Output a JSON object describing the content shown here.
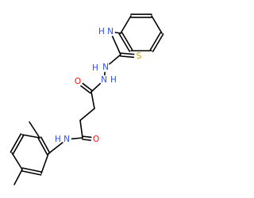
{
  "molecule": {
    "atoms": [
      {
        "id": "c1",
        "element": "C",
        "label": ""
      },
      {
        "id": "c2",
        "element": "C",
        "label": ""
      },
      {
        "id": "c3",
        "element": "C",
        "label": ""
      },
      {
        "id": "c4",
        "element": "C",
        "label": ""
      },
      {
        "id": "c5",
        "element": "C",
        "label": ""
      },
      {
        "id": "c6",
        "element": "C",
        "label": ""
      },
      {
        "id": "n_anilino",
        "element": "N",
        "label": "N",
        "h_label": "H"
      },
      {
        "id": "c_thio",
        "element": "C",
        "label": ""
      },
      {
        "id": "s_thio",
        "element": "S",
        "label": "S"
      },
      {
        "id": "n_hydrazide_2",
        "element": "N",
        "label": "N",
        "h_label": "H"
      },
      {
        "id": "n_hydrazide_1",
        "element": "N",
        "label": "N",
        "h_label": "H"
      },
      {
        "id": "c_carbonyl_1",
        "element": "C",
        "label": ""
      },
      {
        "id": "o_carbonyl_1",
        "element": "O",
        "label": "O"
      },
      {
        "id": "c_ch2_a",
        "element": "C",
        "label": ""
      },
      {
        "id": "c_ch2_b",
        "element": "C",
        "label": ""
      },
      {
        "id": "c_carbonyl_2",
        "element": "C",
        "label": ""
      },
      {
        "id": "o_carbonyl_2",
        "element": "O",
        "label": "O"
      },
      {
        "id": "n_amide",
        "element": "N",
        "label": "N",
        "h_label": "H"
      },
      {
        "id": "d1",
        "element": "C",
        "label": ""
      },
      {
        "id": "d2",
        "element": "C",
        "label": ""
      },
      {
        "id": "d3",
        "element": "C",
        "label": ""
      },
      {
        "id": "d4",
        "element": "C",
        "label": ""
      },
      {
        "id": "d5",
        "element": "C",
        "label": ""
      },
      {
        "id": "d6",
        "element": "C",
        "label": ""
      },
      {
        "id": "me_ortho",
        "element": "C",
        "label": ""
      },
      {
        "id": "me_meta",
        "element": "C",
        "label": ""
      }
    ],
    "bonds": [
      {
        "a": "c1",
        "b": "c2",
        "order": 2
      },
      {
        "a": "c2",
        "b": "c3",
        "order": 1
      },
      {
        "a": "c3",
        "b": "c4",
        "order": 2
      },
      {
        "a": "c4",
        "b": "c5",
        "order": 1
      },
      {
        "a": "c5",
        "b": "c6",
        "order": 2
      },
      {
        "a": "c6",
        "b": "c1",
        "order": 1
      },
      {
        "a": "c6",
        "b": "n_anilino",
        "order": 1
      },
      {
        "a": "n_anilino",
        "b": "c_thio",
        "order": 1
      },
      {
        "a": "c_thio",
        "b": "s_thio",
        "order": 2
      },
      {
        "a": "c_thio",
        "b": "n_hydrazide_2",
        "order": 1
      },
      {
        "a": "n_hydrazide_2",
        "b": "n_hydrazide_1",
        "order": 1
      },
      {
        "a": "n_hydrazide_1",
        "b": "c_carbonyl_1",
        "order": 1
      },
      {
        "a": "c_carbonyl_1",
        "b": "o_carbonyl_1",
        "order": 2
      },
      {
        "a": "c_carbonyl_1",
        "b": "c_ch2_a",
        "order": 1
      },
      {
        "a": "c_ch2_a",
        "b": "c_ch2_b",
        "order": 1
      },
      {
        "a": "c_ch2_b",
        "b": "c_carbonyl_2",
        "order": 1
      },
      {
        "a": "c_carbonyl_2",
        "b": "o_carbonyl_2",
        "order": 2
      },
      {
        "a": "c_carbonyl_2",
        "b": "n_amide",
        "order": 1
      },
      {
        "a": "n_amide",
        "b": "d1",
        "order": 1
      },
      {
        "a": "d1",
        "b": "d2",
        "order": 2
      },
      {
        "a": "d2",
        "b": "d3",
        "order": 1
      },
      {
        "a": "d3",
        "b": "d4",
        "order": 2
      },
      {
        "a": "d4",
        "b": "d5",
        "order": 1
      },
      {
        "a": "d5",
        "b": "d6",
        "order": 2
      },
      {
        "a": "d6",
        "b": "d1",
        "order": 1
      },
      {
        "a": "d2",
        "b": "me_ortho",
        "order": 1
      },
      {
        "a": "d5",
        "b": "me_meta",
        "order": 1
      }
    ]
  },
  "colors": {
    "N": "#3050F8",
    "O": "#FF0D0D",
    "S": "#C8A000",
    "bond": "#000000"
  }
}
